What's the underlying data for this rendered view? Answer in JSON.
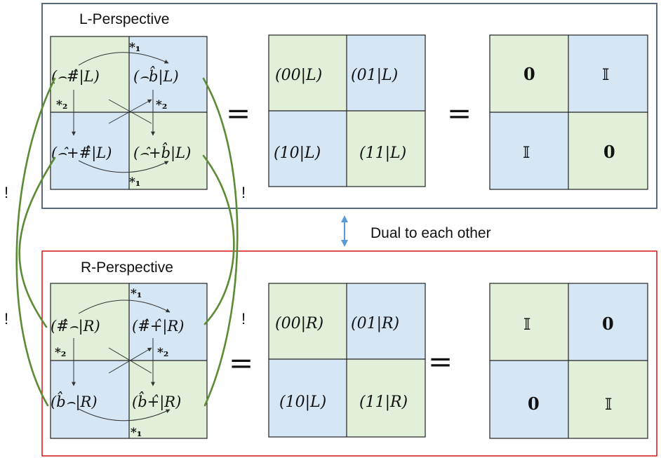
{
  "colors": {
    "green": "#e2efd9",
    "blue": "#d5e6f4",
    "l_frame": "#596a7d",
    "r_frame": "#e02020",
    "curve": "#5b8c35",
    "double_arrow": "#5b9bd5"
  },
  "dual_label": "Dual to each other",
  "bang": "!",
  "equals": "=",
  "left_panel": {
    "title": "L-Perspective",
    "grid": [
      "(⌢#̂|L)",
      "(⌢b̂|L)",
      "(⌢̂+#̂|L)",
      "(⌢̂+b̂|L)"
    ],
    "labels": {
      "top": "*₁",
      "bottom": "*₁",
      "left": "*₂",
      "right": "*₂"
    },
    "binary": [
      "(00|L)",
      "(01|L)",
      "(10|L)",
      "(11|L)"
    ],
    "result": [
      "0",
      "𝕀",
      "𝕀",
      "0"
    ]
  },
  "right_panel": {
    "title": "R-Perspective",
    "grid": [
      "(#̂⌢|R)",
      "(#̂+̂|R)",
      "(b̂⌢|R)",
      "(b̂+̂|R)"
    ],
    "labels": {
      "top": "*₁",
      "bottom": "*₁",
      "left": "*₂",
      "right": "*₂"
    },
    "binary": [
      "(00|R)",
      "(01|R)",
      "(10|L)",
      "(11|R)"
    ],
    "result": [
      "𝕀",
      "0",
      "0",
      "𝕀"
    ]
  }
}
